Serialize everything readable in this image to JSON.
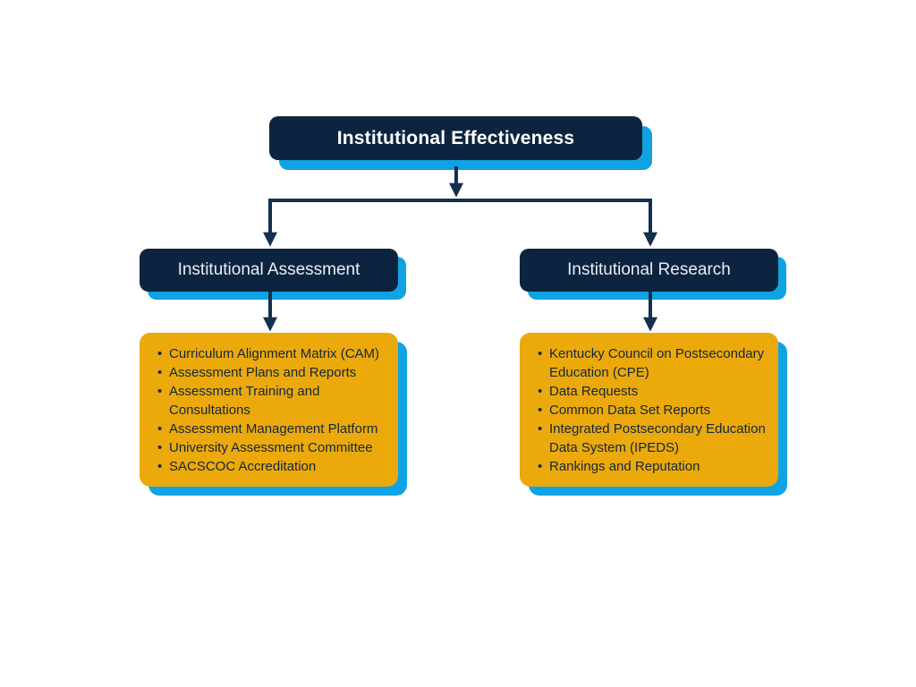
{
  "diagram": {
    "title": "Institutional Effectiveness org chart",
    "colors": {
      "navy": "#0d2440",
      "shadow_blue": "#10a3e3",
      "gold": "#eba90b",
      "arrow_navy": "#14304f",
      "bullet_text": "#14273e",
      "background": "#ffffff"
    },
    "root": {
      "label": "Institutional Effectiveness"
    },
    "branches": [
      {
        "label": "Institutional Assessment",
        "items": [
          "Curriculum Alignment Matrix (CAM)",
          "Assessment Plans and Reports",
          "Assessment Training and Consultations",
          "Assessment Management Platform",
          "University Assessment Committee",
          "SACSCOC Accreditation"
        ]
      },
      {
        "label": "Institutional Research",
        "items": [
          "Kentucky Council on Postsecondary Education (CPE)",
          "Data Requests",
          "Common Data Set Reports",
          "Integrated Postsecondary Education Data System (IPEDS)",
          "Rankings and Reputation"
        ]
      }
    ]
  }
}
